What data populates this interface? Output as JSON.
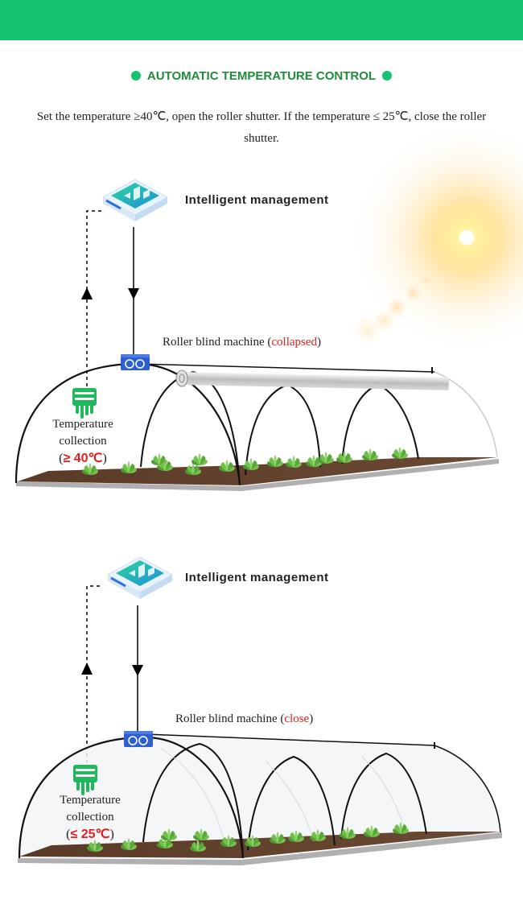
{
  "header": {
    "title": "AUTOMATIC TEMPERATURE CONTROL",
    "description": "Set the temperature ≥40℃, open the roller shutter. If the temperature ≤ 25℃, close the roller shutter."
  },
  "scenes": [
    {
      "management_label": "Intelligent management",
      "machine_label": "Roller blind machine",
      "machine_state": "collapsed",
      "sensor_label_line1": "Temperature",
      "sensor_label_line2": "collection",
      "sensor_value": "≥ 40℃"
    },
    {
      "management_label": "Intelligent management",
      "machine_label": "Roller blind machine",
      "machine_state": "close",
      "sensor_label_line1": "Temperature",
      "sensor_label_line2": "collection",
      "sensor_value": "≤ 25℃"
    }
  ],
  "colors": {
    "brand_green": "#14c36e",
    "heading_green": "#1e8c3a",
    "alert_red": "#e02020",
    "sensor_green": "#1fb85a",
    "machine_blue": "#2f5fcf"
  },
  "icons": [
    "cloud-platform-icon",
    "roller-machine-icon",
    "temperature-sensor-icon",
    "sun-icon",
    "plant-icon"
  ]
}
